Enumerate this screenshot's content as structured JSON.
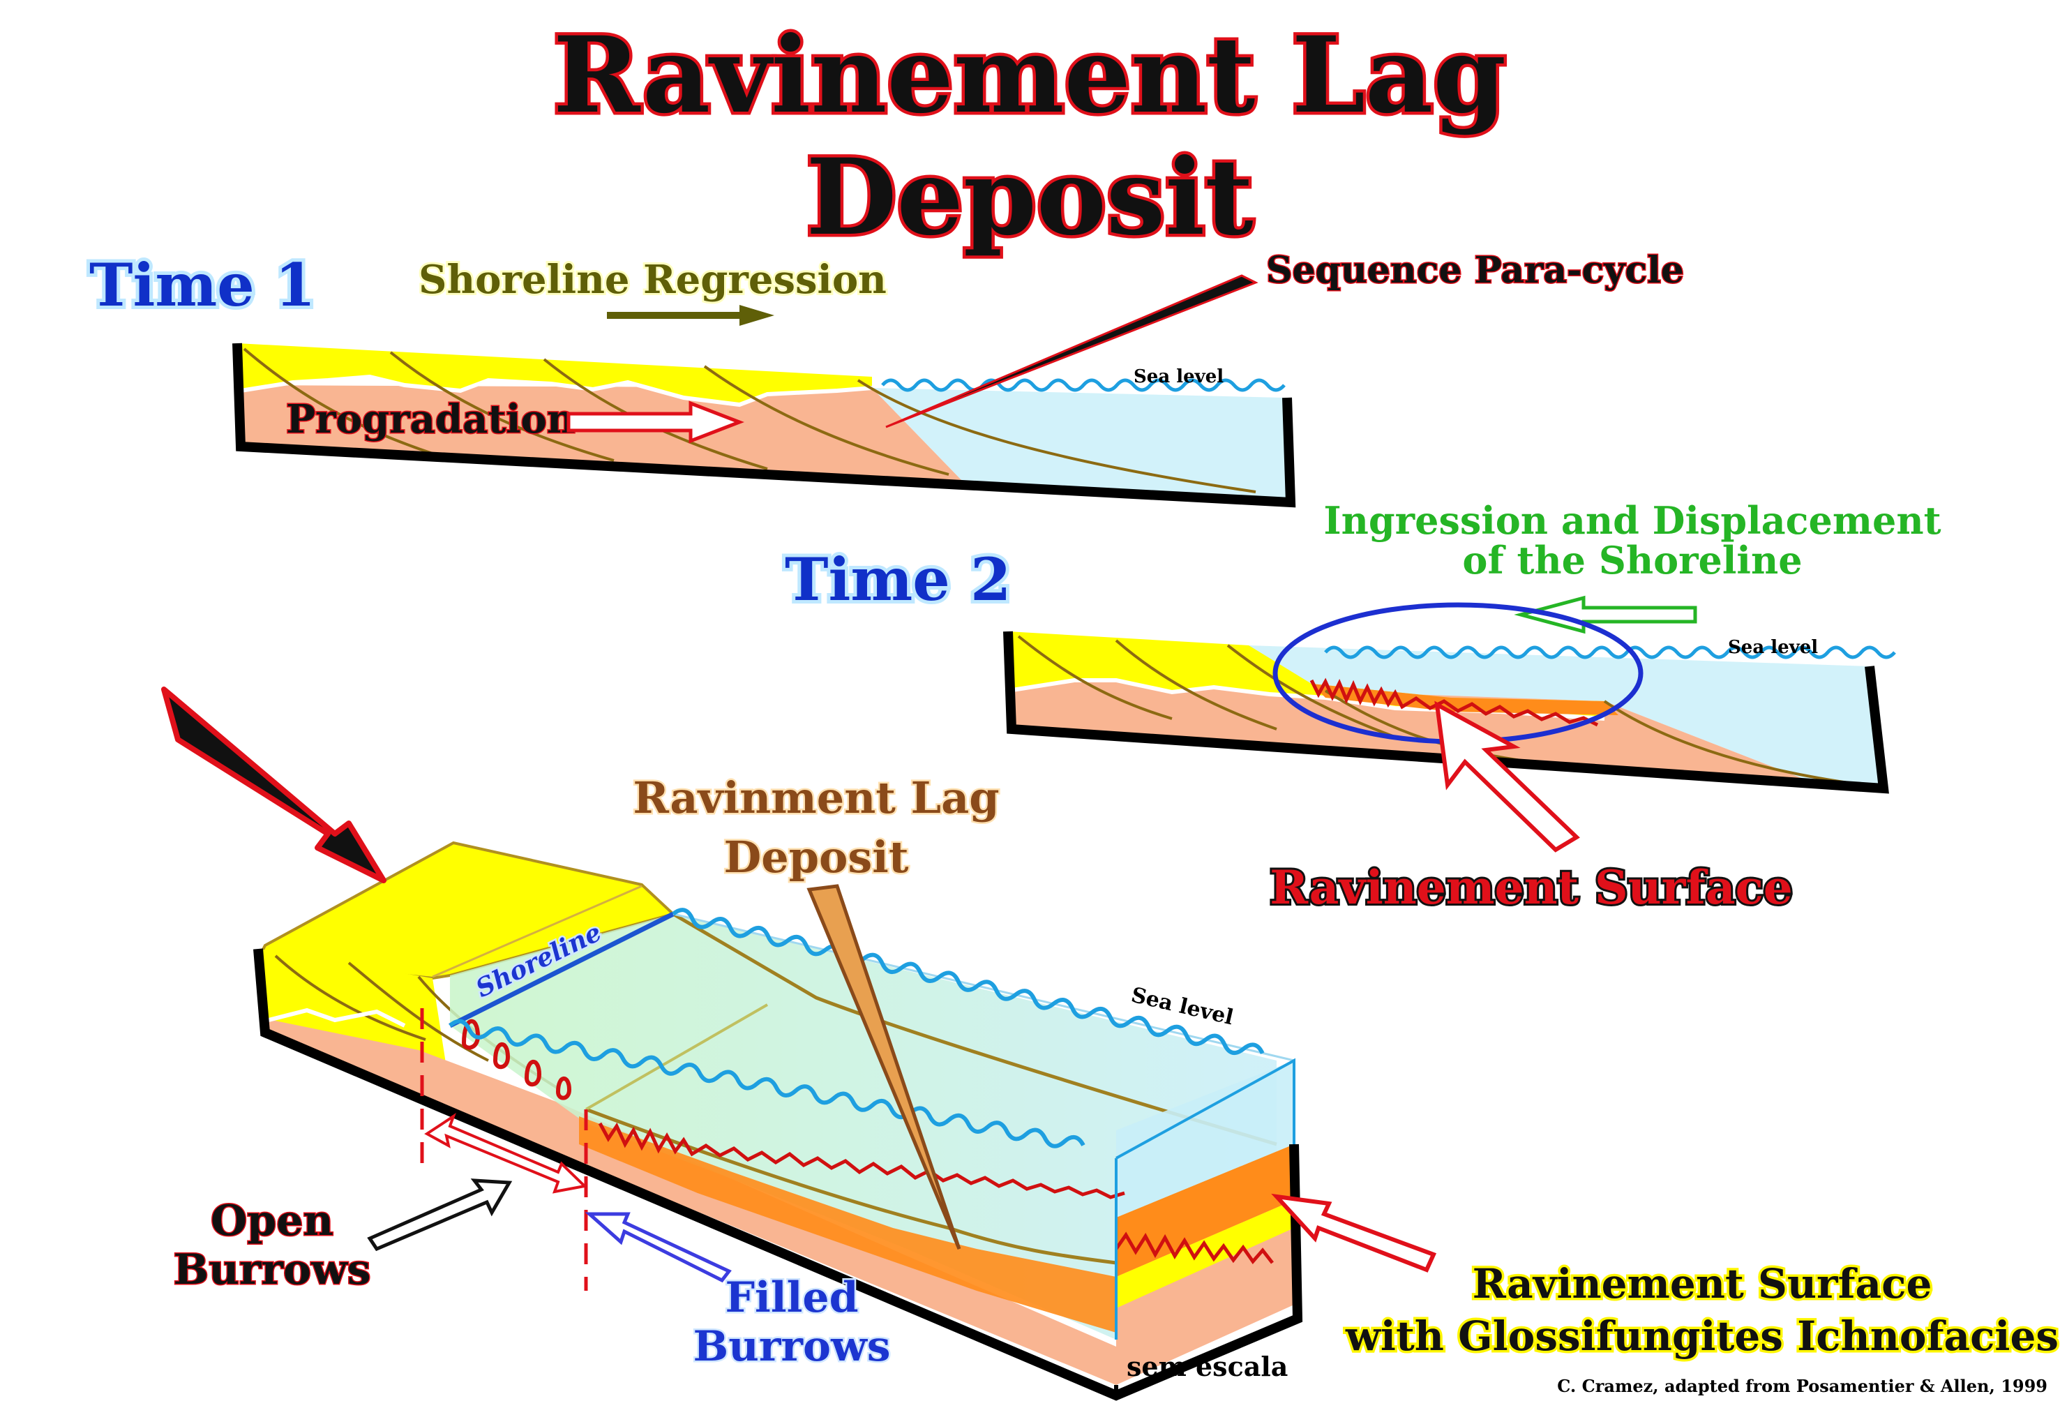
{
  "title": {
    "line1": "Ravinement Lag",
    "line2": "Deposit"
  },
  "time1": {
    "label": "Time 1",
    "regression": "Shoreline Regression",
    "progradation": "Progradation",
    "paracycle": "Sequence Para-cycle",
    "sea_level": "Sea level"
  },
  "time2": {
    "label": "Time 2",
    "ingression_line1": "Ingression and Displacement",
    "ingression_line2": "of the Shoreline",
    "sea_level": "Sea level",
    "ravinement": "Ravinement Surface"
  },
  "block": {
    "lag_line1": "Ravinment Lag",
    "lag_line2": "Deposit",
    "shoreline": "Shoreline",
    "sea_level": "Sea level",
    "open_line1": "Open",
    "open_line2": "Burrows",
    "filled_line1": "Filled",
    "filled_line2": "Burrows",
    "glossi_line1": "Ravinement Surface",
    "glossi_line2": "with Glossifungites Ichnofacies",
    "scale": "sem escala",
    "credit": "C. Cramez, adapted from  Posamentier & Allen, 1999"
  },
  "colors": {
    "sand": "#ffff00",
    "shale": "#f9b592",
    "sea": "#d2f2fa",
    "wave": "#1e9fe0",
    "lag": "#ff8c1a",
    "title_outline": "#e0101a",
    "time_text": "#1030c8",
    "ingression_text": "#25b525"
  }
}
